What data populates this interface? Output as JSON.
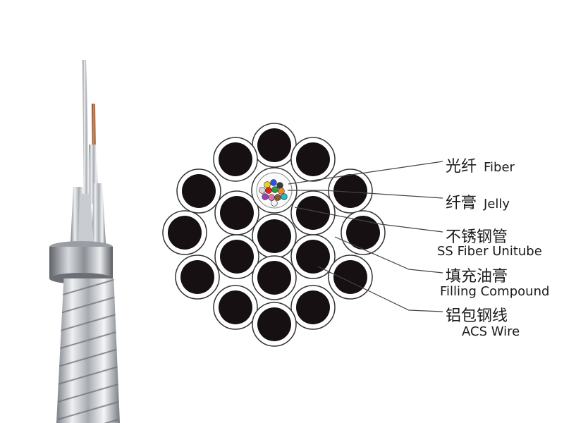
{
  "labels": [
    {
      "zh": "光纤",
      "en": "Fiber"
    },
    {
      "zh": "纤膏",
      "en": "Jelly"
    },
    {
      "zh": "不锈钢管",
      "en": "SS Fiber Unitube"
    },
    {
      "zh": "填充油膏",
      "en": "Filling Compound"
    },
    {
      "zh": "铝包钢线",
      "en": "ACS Wire"
    }
  ],
  "colors": {
    "wire_core": "#161012",
    "wire_ring": "#ffffff",
    "wire_outline": "#333333",
    "leader_line": "#444444",
    "metal_light": "#eef0f2",
    "metal_dark": "#8a8e94",
    "copper": "#b5693f"
  },
  "fiber_colors": [
    "#f2d11a",
    "#2b55d6",
    "#3a3a3a",
    "#d8d8d8",
    "#e02525",
    "#26a03a",
    "#f08a1e",
    "#9b3fb8",
    "#e86fa8",
    "#8b5a2b",
    "#2bb7c9",
    "#f5f5f5"
  ]
}
